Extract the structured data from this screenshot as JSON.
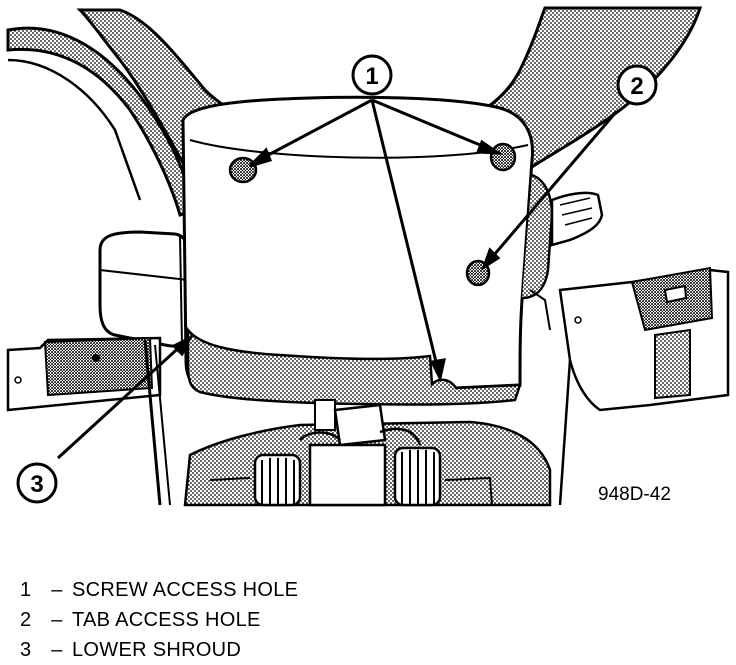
{
  "figure": {
    "code": "948D-42",
    "callouts": [
      {
        "number": "1"
      },
      {
        "number": "2"
      },
      {
        "number": "3"
      }
    ]
  },
  "legend": [
    {
      "number": "1",
      "separator": "–",
      "label": "SCREW ACCESS HOLE"
    },
    {
      "number": "2",
      "separator": "–",
      "label": "TAB ACCESS HOLE"
    },
    {
      "number": "3",
      "separator": "–",
      "label": "LOWER SHROUD"
    }
  ]
}
